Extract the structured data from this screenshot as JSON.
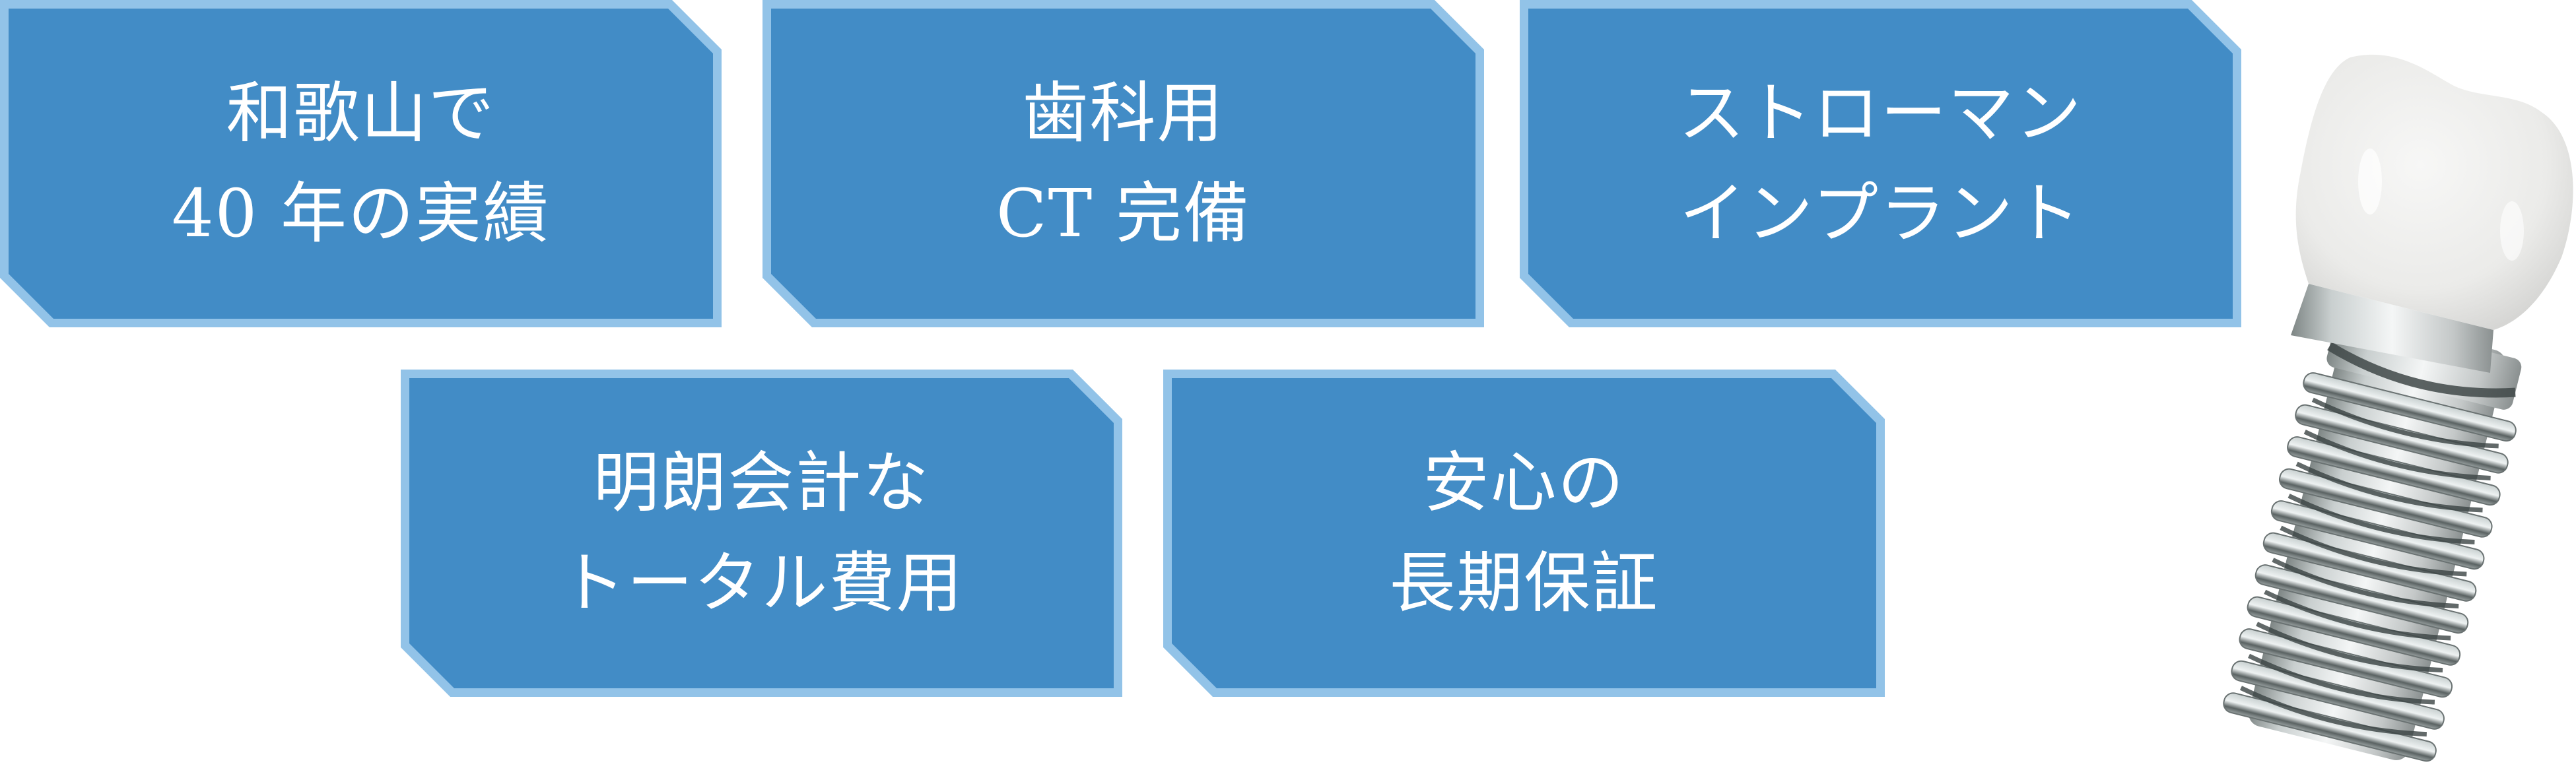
{
  "colors": {
    "card_fill": "#428CC6",
    "card_border": "#92C3E8",
    "text": "#FFFFFF",
    "background": "#FFFFFF"
  },
  "cards": [
    {
      "line1": "和歌山で",
      "line2": "40 年の実績"
    },
    {
      "line1": "歯科用",
      "line2": "CT 完備"
    },
    {
      "line1": "ストローマン",
      "line2": "インプラント"
    },
    {
      "line1": "明朗会計な",
      "line2": "トータル費用"
    },
    {
      "line1": "安心の",
      "line2": "長期保証"
    }
  ],
  "illustration": {
    "icon": "dental-implant-icon",
    "description": "Dental implant with white crown and threaded titanium screw",
    "thread_count": 11
  }
}
